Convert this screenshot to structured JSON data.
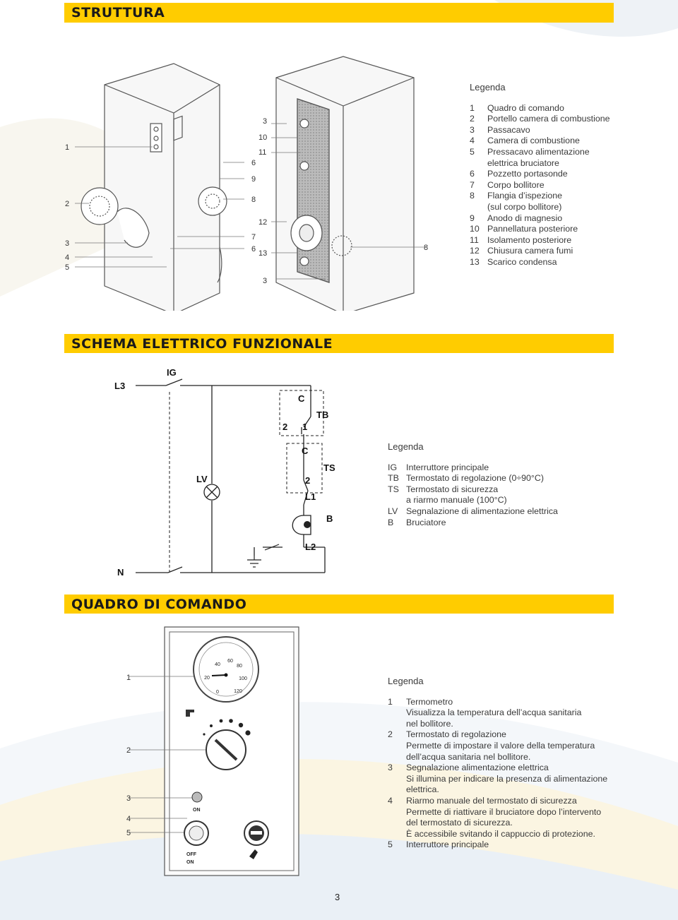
{
  "sections": {
    "struttura": "STRUTTURA",
    "schema": "SCHEMA ELETTRICO FUNZIONALE",
    "quadro": "QUADRO DI COMANDO"
  },
  "struttura_legend": {
    "title": "Legenda",
    "items": [
      {
        "num": "1",
        "text": "Quadro di comando"
      },
      {
        "num": "2",
        "text": "Portello camera di combustione"
      },
      {
        "num": "3",
        "text": "Passacavo"
      },
      {
        "num": "4",
        "text": "Camera di combustione"
      },
      {
        "num": "5",
        "text": "Pressacavo alimentazione"
      },
      {
        "num": "",
        "text": "elettrica bruciatore"
      },
      {
        "num": "6",
        "text": "Pozzetto portasonde"
      },
      {
        "num": "7",
        "text": "Corpo bollitore"
      },
      {
        "num": "8",
        "text": "Flangia d’ispezione"
      },
      {
        "num": "",
        "text": "(sul corpo bollitore)"
      },
      {
        "num": "9",
        "text": "Anodo di magnesio"
      },
      {
        "num": "10",
        "text": "Pannellatura posteriore"
      },
      {
        "num": "11",
        "text": "Isolamento posteriore"
      },
      {
        "num": "12",
        "text": "Chiusura camera fumi"
      },
      {
        "num": "13",
        "text": "Scarico condensa"
      }
    ]
  },
  "struttura_callouts": {
    "left": [
      "1",
      "2",
      "3",
      "4",
      "5"
    ],
    "mid_right": [
      "6",
      "9",
      "8",
      "7",
      "6"
    ],
    "mid_left": [
      "3",
      "10",
      "11",
      "12",
      "13"
    ],
    "bottom": "3",
    "right": "8"
  },
  "schema_legend": {
    "title": "Legenda",
    "items": [
      {
        "num": "IG",
        "text": "Interruttore principale"
      },
      {
        "num": "TB",
        "text": "Termostato di regolazione (0÷90°C)"
      },
      {
        "num": "TS",
        "text": "Termostato di sicurezza"
      },
      {
        "num": "",
        "text": "a riarmo manuale (100°C)"
      },
      {
        "num": "LV",
        "text": "Segnalazione di alimentazione elettrica"
      },
      {
        "num": "B",
        "text": "Bruciatore"
      }
    ]
  },
  "schema_labels": {
    "l3": "L3",
    "ig": "IG",
    "c1": "C",
    "tb": "TB",
    "two1": "2",
    "one": "1",
    "c2": "C",
    "ts": "TS",
    "lv": "LV",
    "two2": "2",
    "l1": "L1",
    "b": "B",
    "l2": "L2",
    "n": "N"
  },
  "quadro_legend": {
    "title": "Legenda",
    "items": [
      {
        "num": "1",
        "text": "Termometro"
      },
      {
        "num": "",
        "text": "Visualizza la temperatura dell’acqua sanitaria"
      },
      {
        "num": "",
        "text": "nel bollitore."
      },
      {
        "num": "2",
        "text": "Termostato di regolazione"
      },
      {
        "num": "",
        "text": "Permette di impostare il valore della temperatura"
      },
      {
        "num": "",
        "text": "dell’acqua sanitaria nel bollitore."
      },
      {
        "num": "3",
        "text": "Segnalazione alimentazione elettrica"
      },
      {
        "num": "",
        "text": "Si illumina per indicare la presenza di alimentazione"
      },
      {
        "num": "",
        "text": "elettrica."
      },
      {
        "num": "4",
        "text": "Riarmo manuale del termostato di sicurezza"
      },
      {
        "num": "",
        "text": "Permette di riattivare il bruciatore dopo l’intervento"
      },
      {
        "num": "",
        "text": "del termostato di sicurezza."
      },
      {
        "num": "",
        "text": "È accessibile svitando il cappuccio di protezione."
      },
      {
        "num": "5",
        "text": "Interruttore principale"
      }
    ]
  },
  "quadro_panel": {
    "callouts": [
      "1",
      "2",
      "3",
      "4",
      "5"
    ],
    "gauge_ticks": [
      "0",
      "20",
      "40",
      "60",
      "80",
      "100",
      "120"
    ],
    "on_label": "ON",
    "off_label": "OFF",
    "on_label2": "ON"
  },
  "page_number": "3"
}
